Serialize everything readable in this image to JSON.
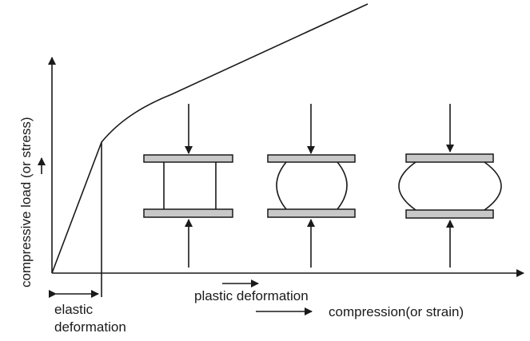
{
  "diagram": {
    "y_axis_label": "compressive load (or stress)",
    "elastic_label_line1": "elastic",
    "elastic_label_line2": "deformation",
    "plastic_label": "plastic deformation",
    "x_axis_label": "compression(or strain)",
    "specimens": [
      {
        "shape": "straight-sides"
      },
      {
        "shape": "slight-bulge"
      },
      {
        "shape": "large-bulge"
      }
    ]
  }
}
